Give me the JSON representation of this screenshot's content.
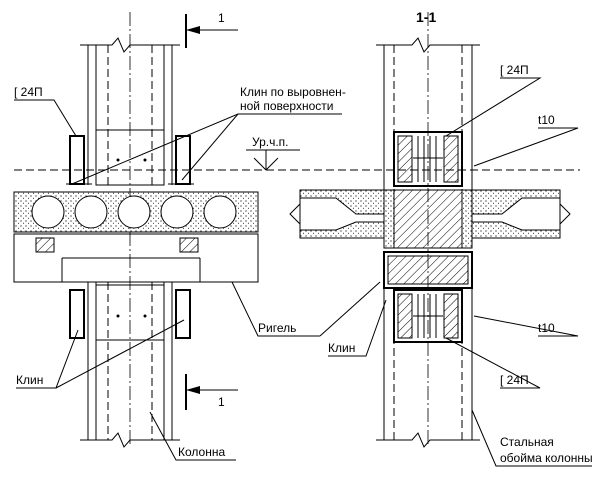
{
  "section_marker": {
    "number": "1",
    "title": "1-1"
  },
  "labels": {
    "channel_left": "[ 24П",
    "channel_right_top": "[ 24П",
    "channel_right_bottom": "[ 24П",
    "wedge_flat_line1": "Клин по выровнен-",
    "wedge_flat_line2": "ной поверхности",
    "floor_level": "Ур.ч.п.",
    "plate_top": "t10",
    "plate_bottom": "t10",
    "beam": "Ригель",
    "wedge_left": "Клин",
    "wedge_center": "Клин",
    "column": "Колонна",
    "jacket_line1": "Стальная",
    "jacket_line2": "обойма колонны"
  }
}
